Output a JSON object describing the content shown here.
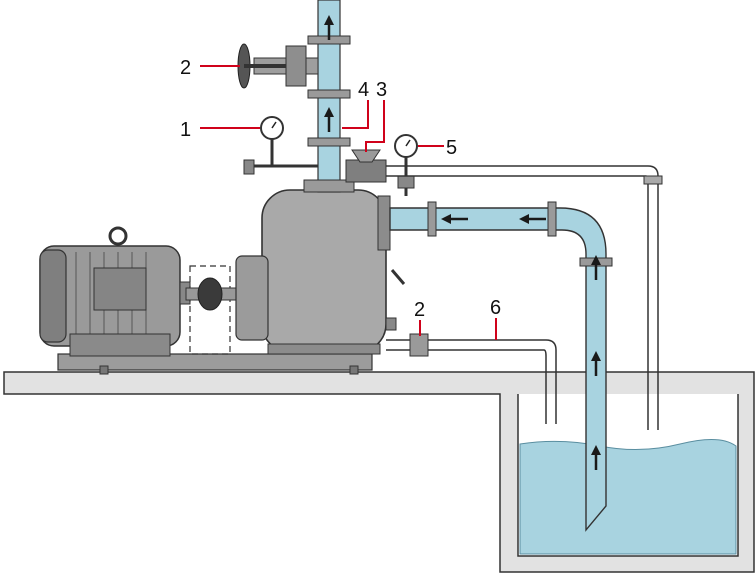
{
  "colors": {
    "water": "#a8d3e0",
    "metal": "#b3b3b3",
    "metal_dark": "#8f8f8f",
    "outline": "#333333",
    "leader": "#d0021b",
    "floor": "#dcdcdc",
    "arrow": "#1a1a1a"
  },
  "labels": {
    "gate_valve_top": "2",
    "pressure_gauge_discharge": "1",
    "pipe_section_4": "4",
    "check_valve_3": "3",
    "pressure_gauge_suction": "5",
    "valve_bottom": "2",
    "drain_line": "6"
  }
}
